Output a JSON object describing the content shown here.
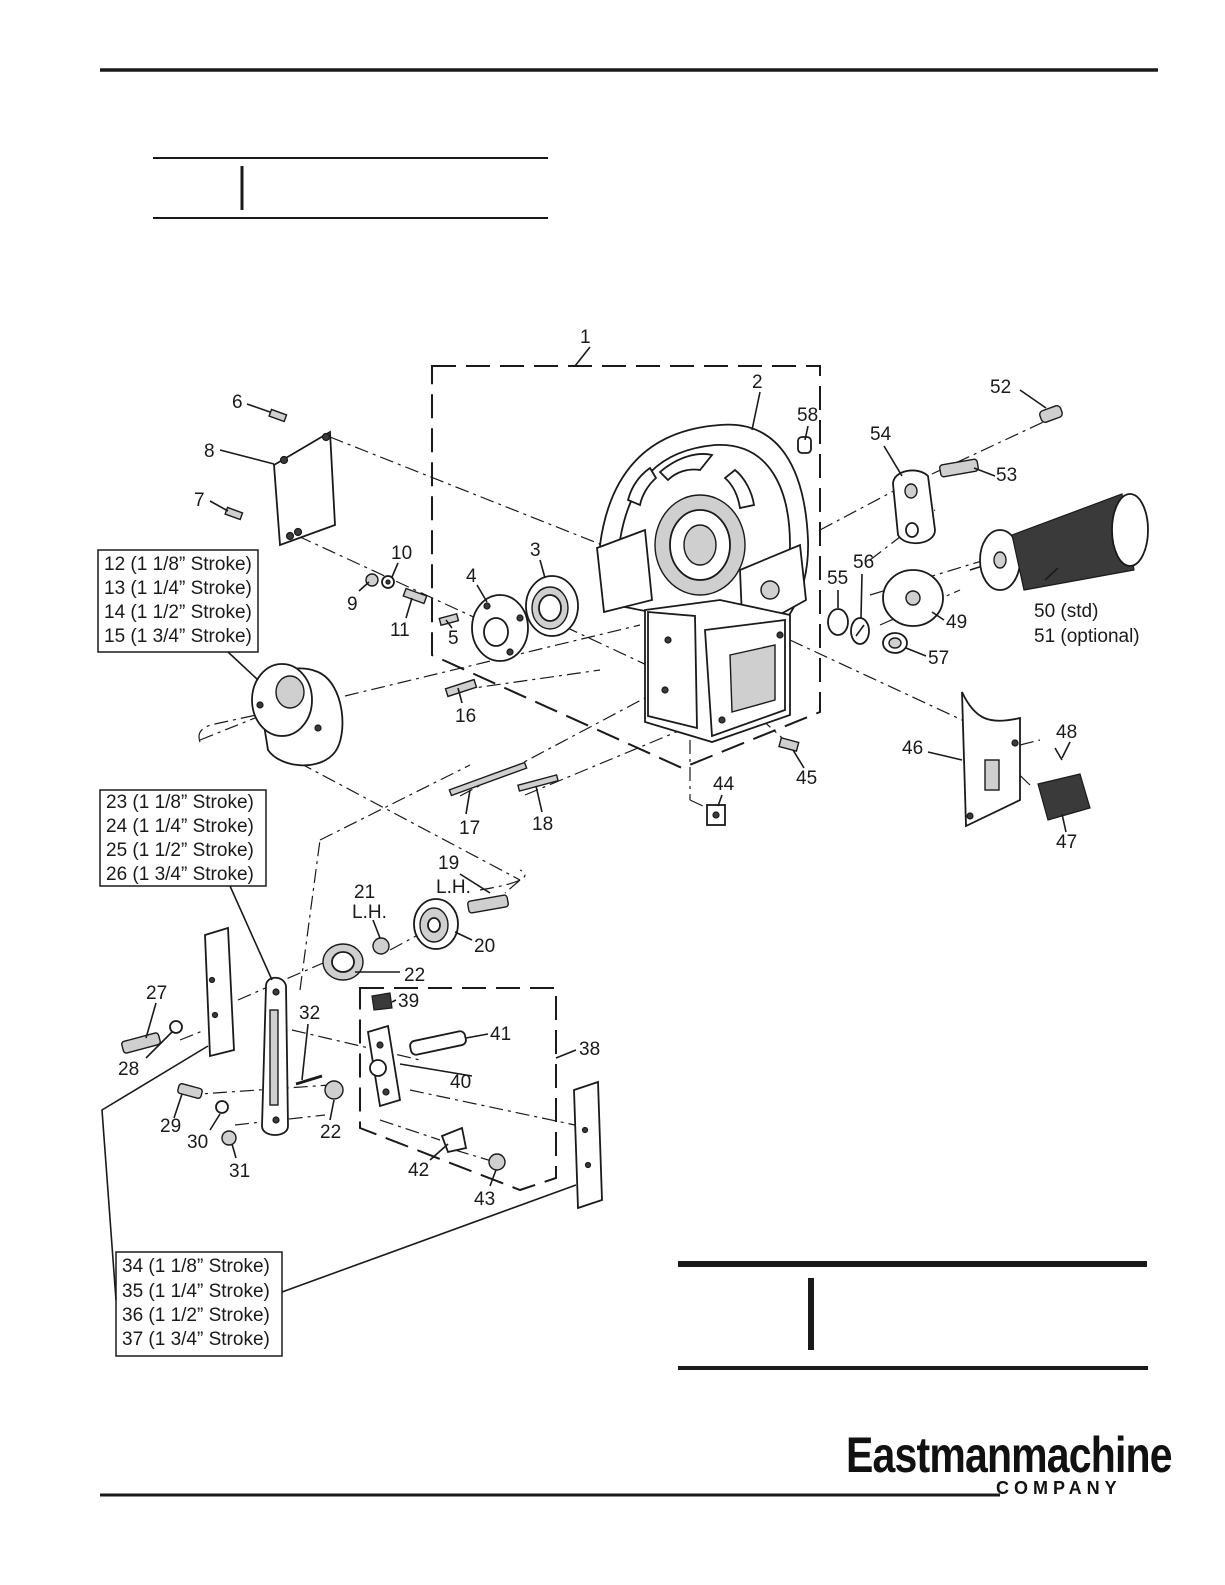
{
  "callouts": {
    "c1": "1",
    "c2": "2",
    "c3": "3",
    "c4": "4",
    "c5": "5",
    "c6": "6",
    "c7": "7",
    "c8": "8",
    "c9": "9",
    "c10": "10",
    "c11": "11",
    "c16": "16",
    "c17": "17",
    "c18": "18",
    "c19": "19",
    "c19sub": "L.H.",
    "c20": "20",
    "c21": "21",
    "c21sub": "L.H.",
    "c22a": "22",
    "c22b": "22",
    "c27": "27",
    "c28": "28",
    "c29": "29",
    "c30": "30",
    "c31": "31",
    "c32": "32",
    "c38": "38",
    "c39": "39",
    "c40": "40",
    "c41": "41",
    "c42": "42",
    "c43": "43",
    "c44": "44",
    "c45": "45",
    "c46": "46",
    "c47": "47",
    "c48": "48",
    "c49": "49",
    "c50": "50 (std)",
    "c51": "51 (optional)",
    "c52": "52",
    "c53": "53",
    "c54": "54",
    "c55": "55",
    "c56": "56",
    "c57": "57",
    "c58": "58"
  },
  "stroke_boxes": {
    "box12": [
      "12 (1 1/8” Stroke)",
      "13 (1 1/4” Stroke)",
      "14 (1 1/2” Stroke)",
      "15 (1 3/4” Stroke)"
    ],
    "box23": [
      "23 (1 1/8” Stroke)",
      "24 (1 1/4” Stroke)",
      "25 (1 1/2” Stroke)",
      "26 (1 3/4” Stroke)"
    ],
    "box34": [
      "34 (1 1/8” Stroke)",
      "35 (1 1/4” Stroke)",
      "36 (1 1/2” Stroke)",
      "37 (1 3/4” Stroke)"
    ]
  },
  "logo": {
    "name": "Eastmanmachine",
    "sub": "COMPANY"
  },
  "colors": {
    "ink": "#1a1a1a",
    "paper": "#ffffff"
  }
}
